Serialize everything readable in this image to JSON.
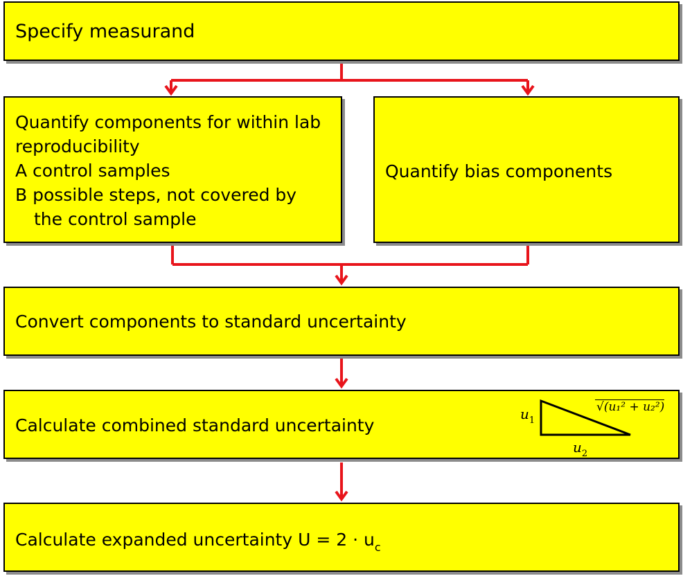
{
  "steps": {
    "specify": "Specify measurand",
    "within_lab": {
      "line1": "Quantify components for within lab",
      "line2": "reproducibility",
      "line3": "A control samples",
      "line4": "B possible steps, not covered by",
      "line5": "the control sample"
    },
    "bias": "Quantify bias components",
    "convert": "Convert components to standard uncertainty",
    "combined": "Calculate combined standard uncertainty",
    "expanded": {
      "text": "Calculate expanded uncertainty U = 2 · u",
      "subscript": "c"
    }
  },
  "triangle": {
    "side_vertical": "u",
    "side_vertical_sub": "1",
    "side_horizontal": "u",
    "side_horizontal_sub": "2",
    "hypotenuse": "√(u₁² + u₂²)"
  },
  "colors": {
    "box_fill": "#ffff00",
    "arrow": "#e8141b",
    "shadow": "#8c8c8c"
  }
}
